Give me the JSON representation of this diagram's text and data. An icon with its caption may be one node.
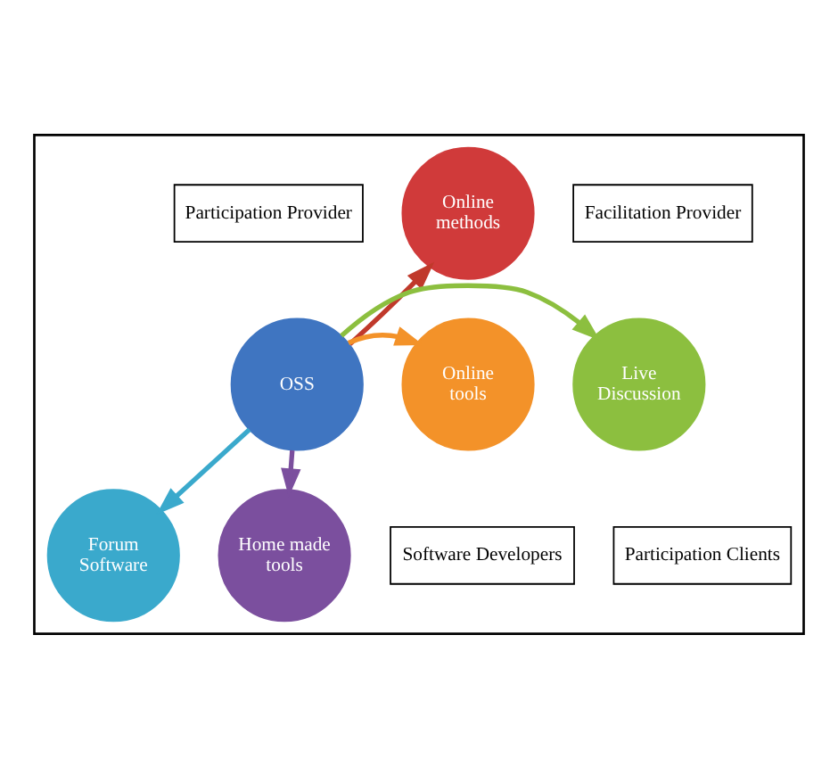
{
  "diagram": {
    "nodes": [
      {
        "text": [],
        "shape": "box"
      },
      {
        "text": [
          "Participation Provider"
        ],
        "in": 0
      },
      {
        "text": [
          "Facilitation Provider"
        ],
        "in": 0
      },
      {
        "text": [
          "Online methods"
        ],
        "in": 0
      },
      {
        "text": [
          "Online tools"
        ],
        "in": 0
      },
      {
        "text": [
          "OSS"
        ],
        "in": 0
      },
      {
        "text": [
          "Live Discussion"
        ],
        "in": 0
      },
      {
        "text": [
          "Forum Software"
        ],
        "in": 0
      },
      {
        "text": [
          "Home made tools"
        ],
        "in": 0
      },
      {
        "text": [
          "Software Developers"
        ],
        "in": 0
      },
      {
        "text": [
          "Participation Clients"
        ],
        "in": 0
      }
    ],
    "edges": [
      {
        "from": 5,
        "to": 3,
        "arrow": "to",
        "color": "#c0392b"
      },
      {
        "from": 5,
        "to": 6,
        "arrow": "to",
        "color": "#8cbf3f"
      },
      {
        "from": 5,
        "to": 8,
        "arrow": "to",
        "color": "#7b4f9e"
      },
      {
        "from": 5,
        "to": 7,
        "arrow": "to",
        "color": "#3aa9cc"
      },
      {
        "from": 5,
        "to": 4,
        "arrow": "to",
        "color": "#f39229"
      }
    ]
  }
}
